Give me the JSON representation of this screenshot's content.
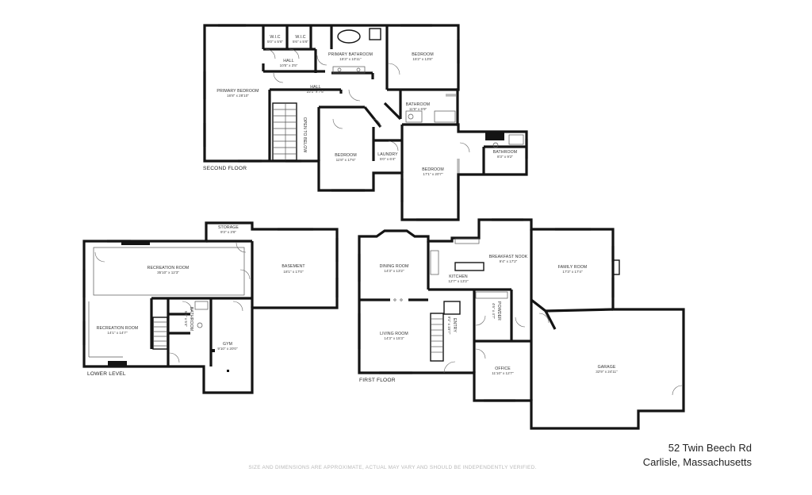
{
  "floors": {
    "second": "SECOND FLOOR",
    "lower": "LOWER LEVEL",
    "first": "FIRST FLOOR"
  },
  "rooms": {
    "wic1": {
      "name": "W.I.C",
      "dim": "5'0\" x 5'6\""
    },
    "wic2": {
      "name": "W.I.C",
      "dim": "5'6\" x 5'6\""
    },
    "hall_small": {
      "name": "HALL",
      "dim": "10'5\" x 3'5\""
    },
    "primary_bath": {
      "name": "PRIMARY BATHROOM",
      "dim": "15'3\" x 10'11\""
    },
    "bedroom_ne": {
      "name": "BEDROOM",
      "dim": "15'2\" x 13'8\""
    },
    "primary_bed": {
      "name": "PRIMARY BEDROOM",
      "dim": "16'8\" x 28'10\""
    },
    "hall_upper": {
      "name": "HALL",
      "dim": "22'1\" x 7'5\""
    },
    "open_below": {
      "name": "OPEN TO BELOW"
    },
    "bath2": {
      "name": "BATHROOM",
      "dim": "11'9\" x 6'9\""
    },
    "bedroom_mid": {
      "name": "BEDROOM",
      "dim": "11'8\" x 17'6\""
    },
    "laundry": {
      "name": "LAUNDRY",
      "dim": "5'0\" x 6'4\""
    },
    "bath3": {
      "name": "BATHROOM",
      "dim": "8'3\" x 9'2\""
    },
    "bedroom_se": {
      "name": "BEDROOM",
      "dim": "17'1\" x 20'7\""
    },
    "storage": {
      "name": "STORAGE",
      "dim": "9'3\" x 3'6\""
    },
    "rec1": {
      "name": "RECREATION ROOM",
      "dim": "35'10\" x 12'3\""
    },
    "basement": {
      "name": "BASEMENT",
      "dim": "18'1\" x 17'0\""
    },
    "rec2": {
      "name": "RECREATION ROOM",
      "dim": "14'1\" x 14'7\""
    },
    "ll_bath": {
      "name": "BATHROOM",
      "dim": "8'1\" x 5'4\""
    },
    "gym": {
      "name": "GYM",
      "dim": "9'10\" x 20'0\""
    },
    "dining": {
      "name": "DINING ROOM",
      "dim": "14'3\" x 13'2\""
    },
    "breakfast": {
      "name": "BREAKFAST NOOK",
      "dim": "9'4\" x 17'2\""
    },
    "family": {
      "name": "FAMILY ROOM",
      "dim": "17'3\" x 17'4\""
    },
    "kitchen": {
      "name": "KITCHEN",
      "dim": "12'7\" x 13'2\""
    },
    "living": {
      "name": "LIVING ROOM",
      "dim": "14'3\" x 15'3\""
    },
    "entry": {
      "name": "ENTRY",
      "dim": "9'1\" x 15'7\""
    },
    "powder": {
      "name": "POWDER",
      "dim": "4'6\" x 4'7\""
    },
    "office": {
      "name": "OFFICE",
      "dim": "11'10\" x 12'7\""
    },
    "garage": {
      "name": "GARAGE",
      "dim": "32'9\" x 24'11\""
    }
  },
  "address": {
    "line1": "52 Twin Beech Rd",
    "line2": "Carlisle, Massachusetts"
  },
  "disclaimer": "SIZE AND DIMENSIONS ARE APPROXIMATE, ACTUAL MAY VARY AND SHOULD BE INDEPENDENTLY VERIFIED."
}
